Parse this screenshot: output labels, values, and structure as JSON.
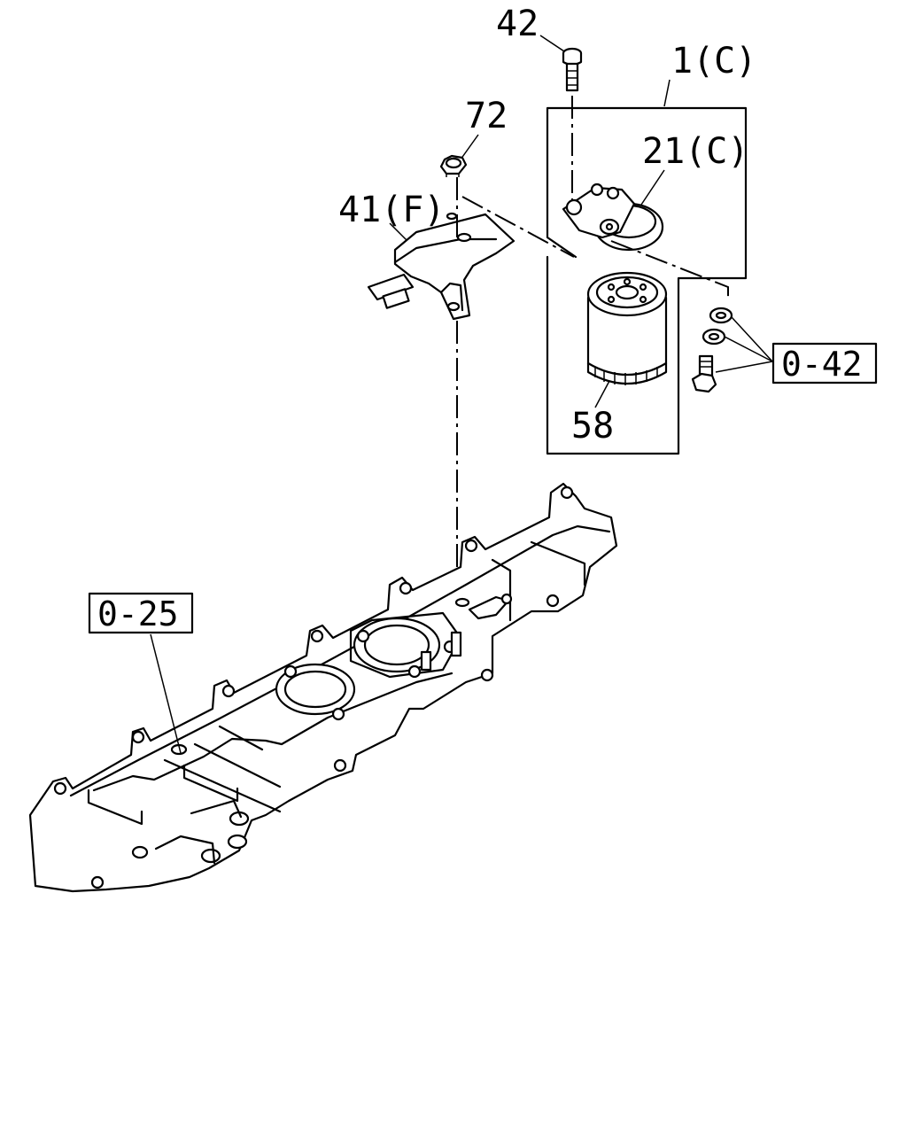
{
  "callouts": {
    "bolt_42": "42",
    "assembly_1c": "1(C)",
    "nut_72": "72",
    "head_21c": "21(C)",
    "bracket_41f": "41(F)",
    "filter_58": "58"
  },
  "references": {
    "ref_0_42": "0-42",
    "ref_0_25": "0-25"
  },
  "colors": {
    "line": "#000000",
    "background": "#ffffff"
  }
}
